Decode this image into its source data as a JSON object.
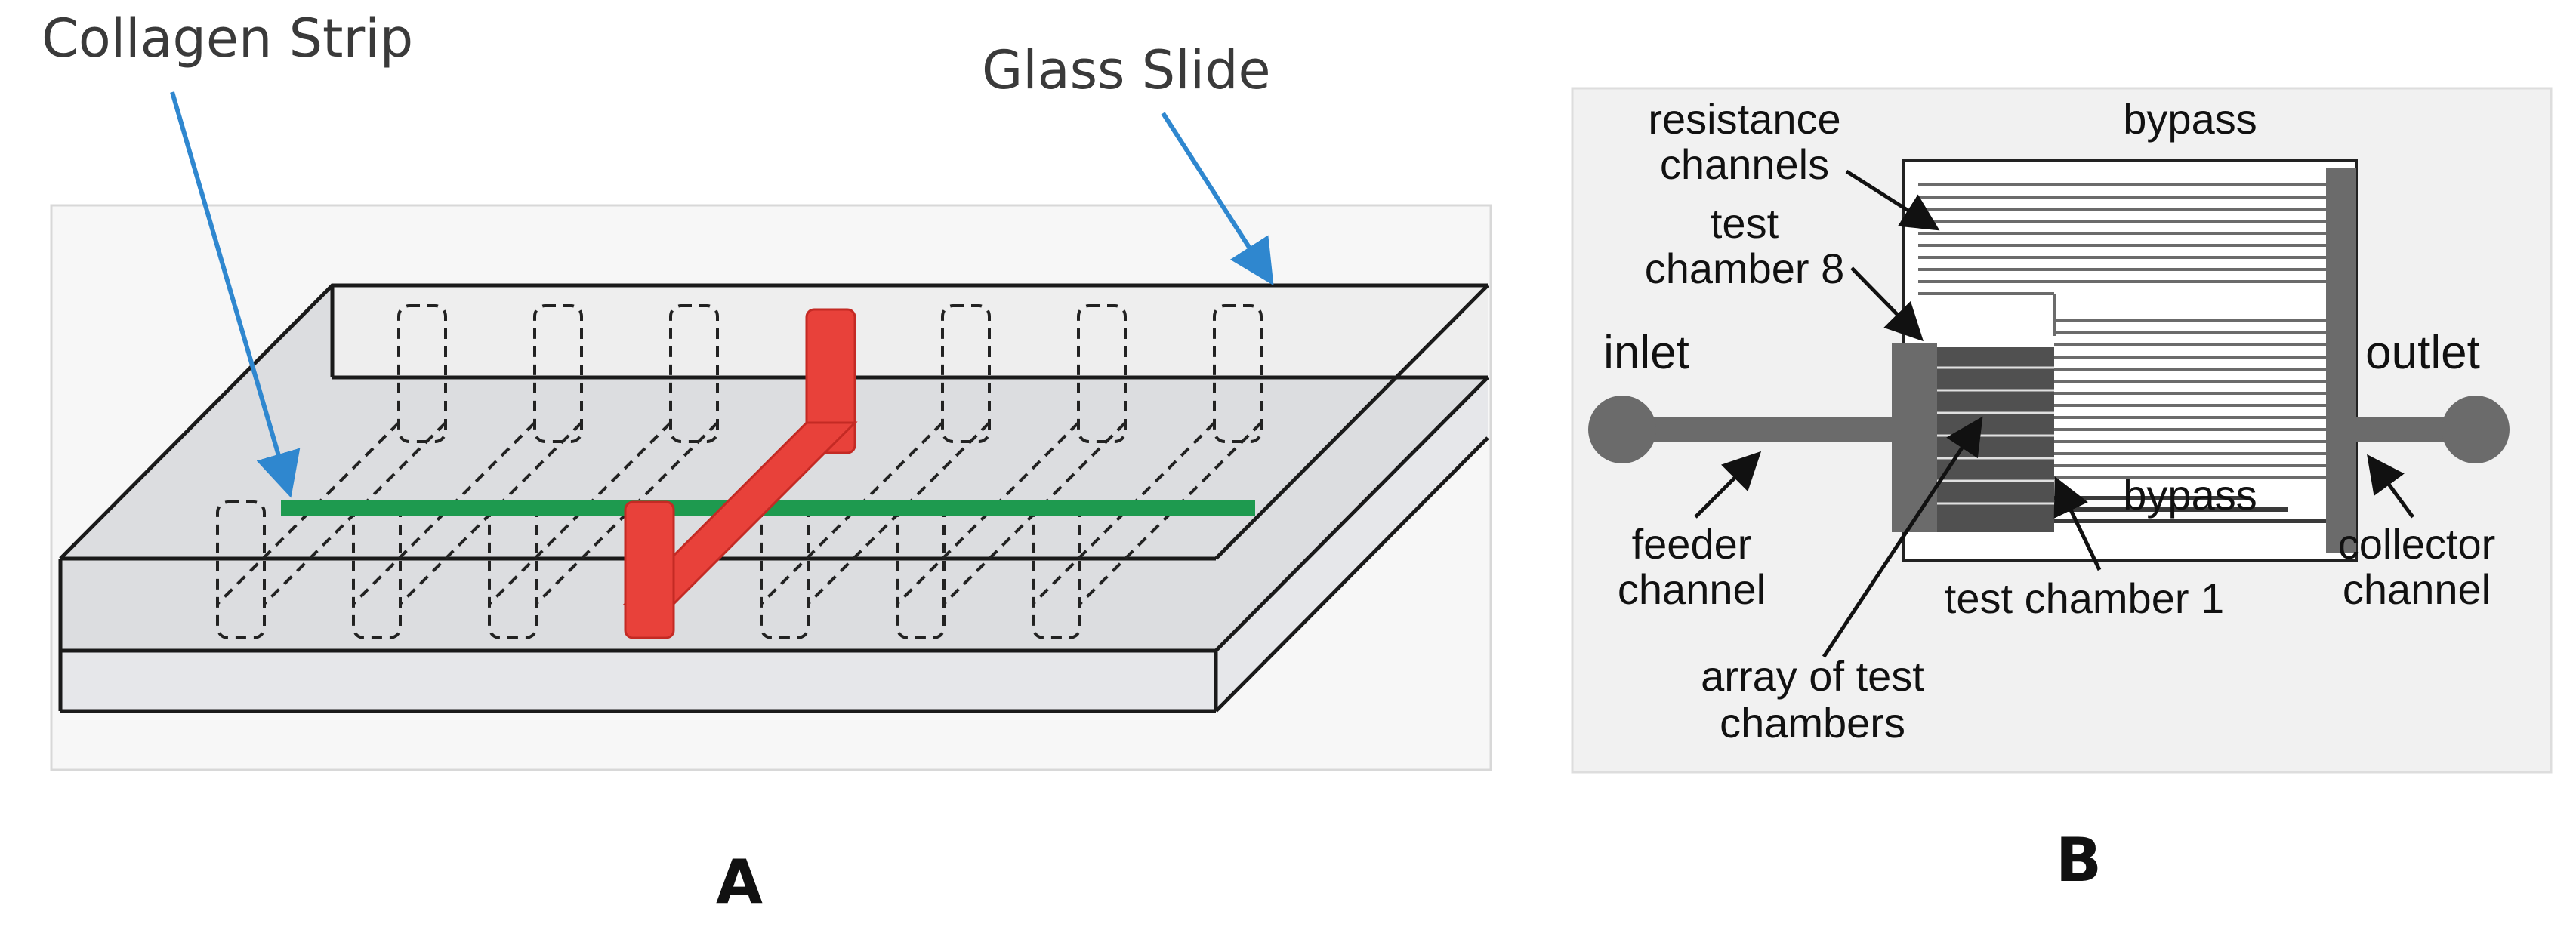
{
  "panel_a": {
    "callout_collagen": "Collagen Strip",
    "callout_glass": "Glass Slide",
    "letter": "A",
    "colors": {
      "arrow": "#2f87cf",
      "collagen": "#1e9a4f",
      "tube": "#e8413a",
      "glass": "#dcdde0"
    }
  },
  "panel_b": {
    "letter": "B",
    "labels": {
      "resistance": [
        "resistance",
        "channels"
      ],
      "bypass_top": "bypass",
      "test8": [
        "test",
        "chamber 8"
      ],
      "inlet": "inlet",
      "outlet": "outlet",
      "feeder": [
        "feeder",
        "channel"
      ],
      "bypass_bottom": "bypass",
      "collector": [
        "collector",
        "channel"
      ],
      "test1": "test chamber 1",
      "array": [
        "array of test",
        "chambers"
      ]
    },
    "colors": {
      "fill": "#6b6b6b",
      "background": "#f1f1f1"
    }
  }
}
